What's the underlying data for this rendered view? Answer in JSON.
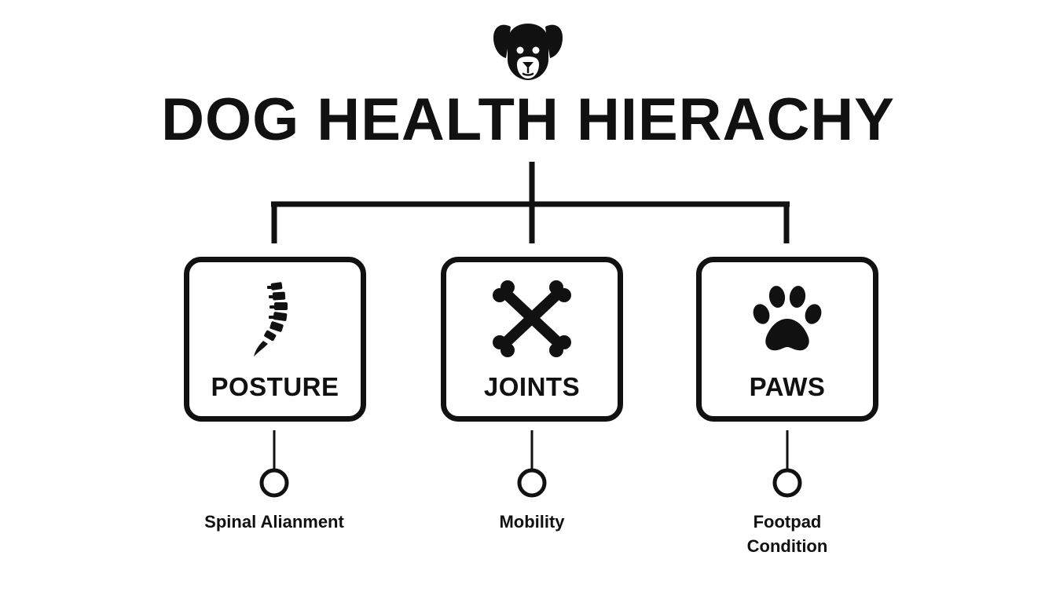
{
  "title": "DOG HEALTH HIERACHY",
  "icons": {
    "header": "dog-face-icon"
  },
  "categories": [
    {
      "label": "POSTURE",
      "icon": "spine-icon",
      "detail": "Spinal Alianment"
    },
    {
      "label": "JOINTS",
      "icon": "crossed-bones-icon",
      "detail": "Mobility"
    },
    {
      "label": "PAWS",
      "icon": "paw-print-icon",
      "detail": "Footpad\nCondition"
    }
  ],
  "colors": {
    "ink": "#111111",
    "background": "#ffffff"
  }
}
